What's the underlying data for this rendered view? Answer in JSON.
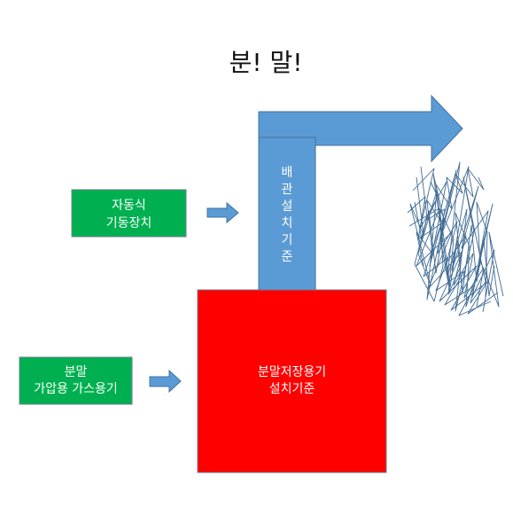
{
  "title": "분! 말!",
  "nodes": {
    "auto_activation": {
      "lines": [
        "자동식",
        "기동장치"
      ]
    },
    "pressurizing_gas": {
      "lines": [
        "분말",
        "가압용 가스용기"
      ]
    },
    "storage_tank": {
      "lines": [
        "분말저장용기",
        "설치기준"
      ]
    },
    "piping": {
      "chars": [
        "배",
        "관",
        "설",
        "치",
        "기",
        "준"
      ]
    }
  },
  "colors": {
    "green_box": "#00b050",
    "green_border": "#6e7e8e",
    "red_tank": "#ff0000",
    "red_border": "#6e7e8e",
    "blue_fill": "#5b9bd5",
    "blue_border": "#41719c",
    "spray": "#3f6a93"
  }
}
